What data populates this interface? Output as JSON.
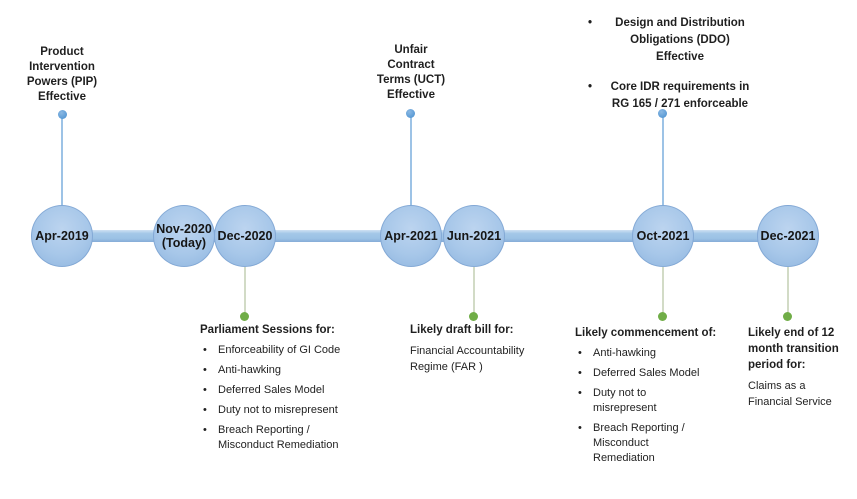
{
  "top_annotations": {
    "pip": {
      "text": "Product\nIntervention\nPowers (PIP)\nEffective"
    },
    "uct": {
      "text": "Unfair\nContract\nTerms (UCT)\nEffective"
    },
    "ddo": {
      "items": [
        "Design and Distribution\nObligations (DDO)\nEffective",
        "Core IDR requirements in\nRG 165 / 271 enforceable"
      ]
    }
  },
  "timeline": {
    "nodes": [
      {
        "label": "Apr-2019"
      },
      {
        "label": "Nov-2020\n(Today)"
      },
      {
        "label": "Dec-2020"
      },
      {
        "label": "Apr-2021"
      },
      {
        "label": "Jun-2021"
      },
      {
        "label": "Oct-2021"
      },
      {
        "label": "Dec-2021"
      }
    ]
  },
  "bottom_annotations": [
    {
      "heading": "Parliament Sessions for:",
      "items": [
        "Enforceability of GI Code",
        "Anti-hawking",
        "Deferred Sales Model",
        "Duty not to misrepresent",
        "Breach Reporting /\nMisconduct Remediation"
      ]
    },
    {
      "heading": "Likely draft bill for:",
      "body": "Financial Accountability\nRegime (FAR )"
    },
    {
      "heading": "Likely commencement of:",
      "items": [
        "Anti-hawking",
        "Deferred Sales Model",
        "Duty not to\nmisrepresent",
        "Breach Reporting /\nMisconduct\nRemediation"
      ]
    },
    {
      "heading": "Likely end of 12\nmonth transition\nperiod for:",
      "body": "Claims as a\nFinancial Service"
    }
  ],
  "colors": {
    "node_fill": "#a7c7e9",
    "timeline_bar": "#9cc2e5",
    "top_connector": "#9dc3e6",
    "top_dot": "#5b9bd5",
    "bottom_connector": "#d2dbc6",
    "bottom_dot": "#70ad47",
    "text": "#1f1f1f"
  }
}
